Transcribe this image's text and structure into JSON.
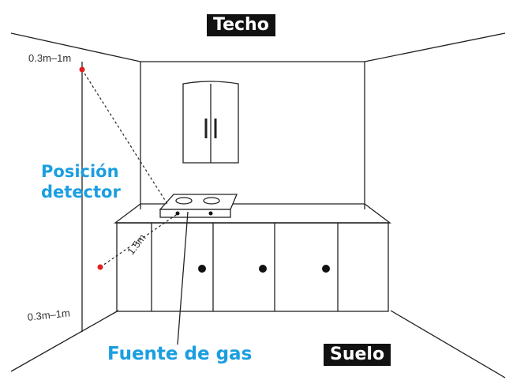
{
  "labels": {
    "ceiling": "Techo",
    "floor": "Suelo",
    "detector_line1": "Posición",
    "detector_line2": "detector",
    "gas_source": "Fuente de gas"
  },
  "dimensions": {
    "top_distance": "0.3m–1m",
    "bottom_distance": "0.3m–1m",
    "diagonal_distance": "1.5m"
  },
  "colors": {
    "accent_blue": "#1a9ee0",
    "detector_red": "#e02020",
    "line": "#222222"
  }
}
